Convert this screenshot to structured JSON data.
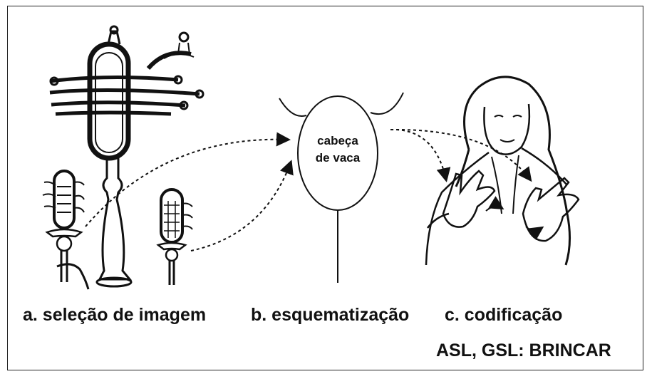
{
  "diagram": {
    "center_label_line1": "cabeça",
    "center_label_line2": "de vaca",
    "caption_a": "a. seleção de imagem",
    "caption_b": "b. esquematização",
    "caption_c": "c. codificação",
    "caption_sign": "ASL, GSL: BRINCAR"
  },
  "colors": {
    "ink": "#111111",
    "background": "#ffffff"
  }
}
